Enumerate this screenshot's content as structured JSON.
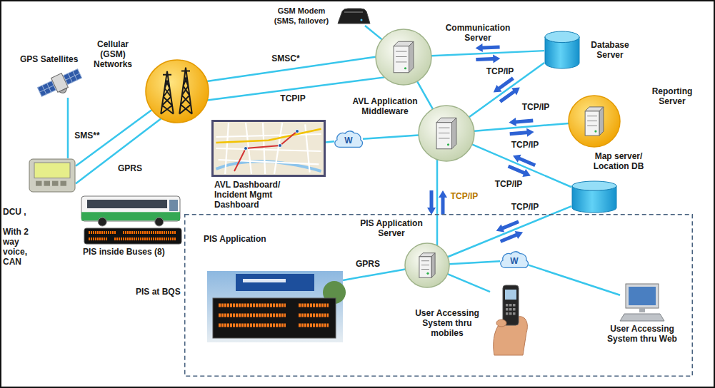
{
  "diagram": {
    "nodes": [
      {
        "text": [
          "GPS Satellites"
        ]
      },
      {
        "text": [
          "Cellular (GSM) Networks"
        ]
      },
      {
        "text": [
          "GSM Modem (SMS, failover)"
        ]
      },
      {
        "text": [
          "Communication Server"
        ]
      },
      {
        "text": [
          "Database Server"
        ]
      },
      {
        "text": [
          "AVL Application Middleware"
        ]
      },
      {
        "text": [
          "Reporting Server"
        ]
      },
      {
        "text": [
          "Map server/ Location DB"
        ]
      },
      {
        "text": [
          "AVL Dashboard/ Incident Mgmt Dashboard"
        ]
      },
      {
        "text": [
          "W"
        ]
      },
      {
        "text": [
          "DCU ,",
          "With 2 way voice, CAN"
        ]
      },
      {
        "text": [
          "PIS inside Buses (8)"
        ]
      },
      {
        "text": [
          "PIS Application"
        ]
      },
      {
        "text": [
          "PIS Application Server"
        ],
        "in": 12
      },
      {
        "text": [
          "PIS at BQS"
        ],
        "in": 12
      },
      {
        "text": [
          "User Accessing System thru mobiles"
        ],
        "in": 12
      },
      {
        "text": [
          "W"
        ],
        "in": 12
      },
      {
        "text": [
          "User Accessing System thru Web"
        ],
        "in": 12
      }
    ],
    "edges": [
      {
        "from": 0,
        "to": 10,
        "arrow": "none"
      },
      {
        "from": 10,
        "to": 1,
        "label": "SMS**",
        "arrow": "none"
      },
      {
        "from": 10,
        "to": 1,
        "label": "GPRS",
        "arrow": "none"
      },
      {
        "from": 1,
        "to": 3,
        "label": "SMSC*",
        "arrow": "none"
      },
      {
        "from": 1,
        "to": 3,
        "label": "TCPIP",
        "arrow": "none"
      },
      {
        "from": 2,
        "to": 3,
        "arrow": "none"
      },
      {
        "from": 3,
        "to": 4,
        "label": "TCP/IP",
        "arrow": "both"
      },
      {
        "from": 3,
        "to": 5,
        "arrow": "none"
      },
      {
        "from": 4,
        "to": 5,
        "label": "TCP/IP",
        "arrow": "both"
      },
      {
        "from": 5,
        "to": 6,
        "label": "TCP/IP",
        "arrow": "both"
      },
      {
        "from": 5,
        "to": 7,
        "label": "TCP/IP",
        "arrow": "both"
      },
      {
        "from": 8,
        "to": 9,
        "arrow": "none"
      },
      {
        "from": 9,
        "to": 5,
        "arrow": "none"
      },
      {
        "from": 5,
        "to": 13,
        "label": "TCP/IP",
        "arrow": "both"
      },
      {
        "from": 13,
        "to": 7,
        "label": "TCP/IP",
        "arrow": "both"
      },
      {
        "from": 14,
        "to": 13,
        "label": "GPRS",
        "arrow": "none"
      },
      {
        "from": 13,
        "to": 15,
        "arrow": "none"
      },
      {
        "from": 13,
        "to": 16,
        "arrow": "none"
      },
      {
        "from": 16,
        "to": 17,
        "arrow": "none"
      }
    ]
  }
}
